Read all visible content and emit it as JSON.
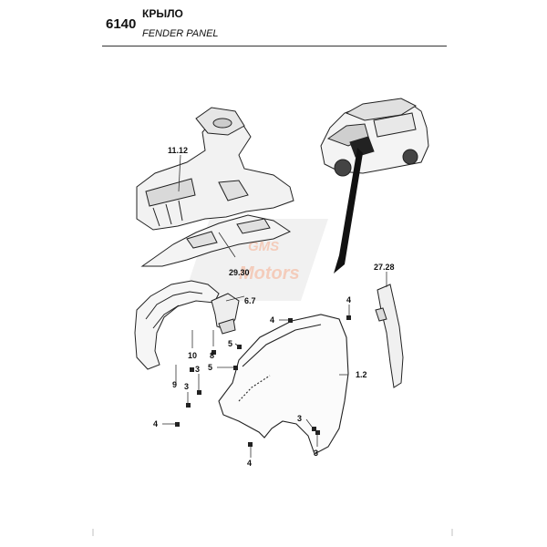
{
  "header": {
    "section_code": "6140",
    "title_ru": "КРЫЛО",
    "title_en": "FENDER PANEL"
  },
  "watermark": {
    "line1": "GMS",
    "line2": "Motors",
    "color": "#e07040"
  },
  "callouts": {
    "c_11_12": "11.12",
    "c_29_30": "29.30",
    "c_27_28": "27.28",
    "c_6_7": "6.7",
    "c_4_top": "4",
    "c_4_right": "4",
    "c_10": "10",
    "c_8": "8",
    "c_5_a": "5",
    "c_5_b": "5",
    "c_3_a": "3",
    "c_3_b": "3",
    "c_9": "9",
    "c_1_2": "1.2",
    "c_4_left": "4",
    "c_3_c": "3",
    "c_3_d": "3",
    "c_4_bottom": "4"
  }
}
